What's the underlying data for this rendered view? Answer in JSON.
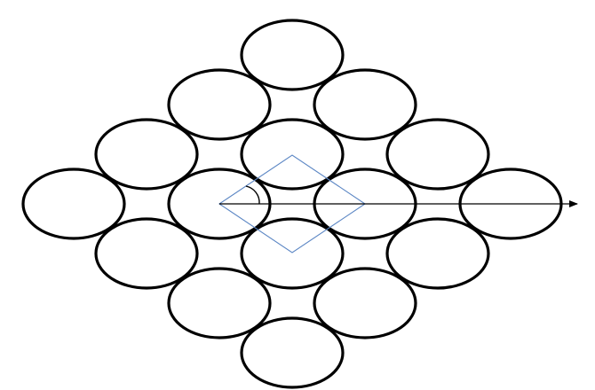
{
  "diagram": {
    "shape": "ellipse-lattice",
    "rows": [
      1,
      2,
      3,
      4,
      3,
      2,
      1
    ],
    "colors": {
      "ellipse_stroke": "#000000",
      "unit_cell": "#5b86c4",
      "axis": "#000000",
      "angle_arc": "#000000",
      "background": "#ffffff"
    },
    "unit_cell": {
      "shape": "rhombus"
    },
    "axis": {
      "direction": "horizontal",
      "arrowhead": "right"
    },
    "angle_marker": {
      "type": "arc"
    }
  }
}
